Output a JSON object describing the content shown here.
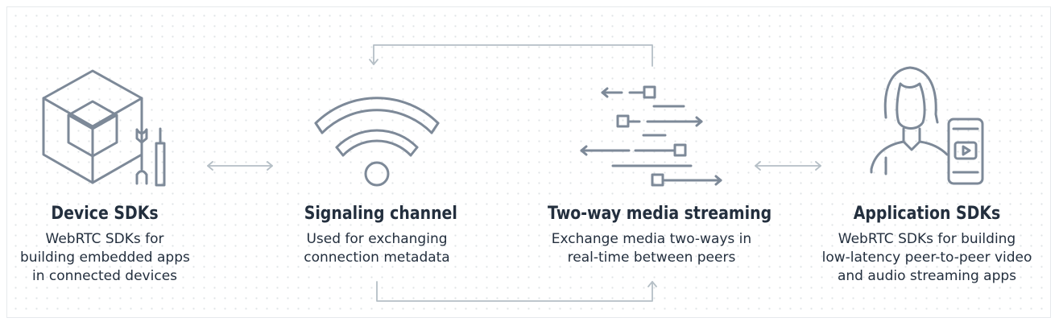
{
  "colors": {
    "icon": "#7d8998",
    "flow": "#b5bfc6",
    "text": "#232f3e",
    "dot": "#dfe3e6"
  },
  "columns": [
    {
      "icon": "cube-wrench-icon",
      "title": "Device SDKs",
      "desc": [
        "WebRTC SDKs for",
        "building embedded apps",
        "in connected devices"
      ]
    },
    {
      "icon": "wifi-icon",
      "title": "Signaling channel",
      "desc": [
        "Used for exchanging",
        "connection metadata"
      ]
    },
    {
      "icon": "bidirectional-stream-icon",
      "title": "Two-way media streaming",
      "desc": [
        "Exchange media two-ways in",
        "real-time  between peers"
      ]
    },
    {
      "icon": "person-phone-video-icon",
      "title": "Application SDKs",
      "desc": [
        "WebRTC SDKs for building",
        "low-latency peer-to-peer video",
        "and audio streaming apps"
      ]
    }
  ]
}
